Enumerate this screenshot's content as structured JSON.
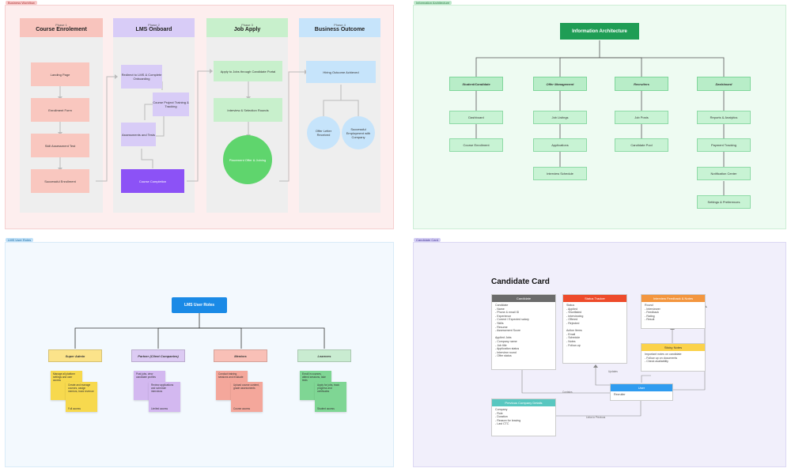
{
  "frames": {
    "tl": {
      "tag": "Business Workflow"
    },
    "tr": {
      "tag": "Information Architecture"
    },
    "bl": {
      "tag": "LMS User Roles"
    },
    "br": {
      "tag": "Candidate Card"
    }
  },
  "workflow": {
    "columns": [
      {
        "phase": "Phase 1",
        "title": "Course Enrolement"
      },
      {
        "phase": "Phase 2",
        "title": "LMS Onboard"
      },
      {
        "phase": "Phase 3",
        "title": "Job Apply"
      },
      {
        "phase": "Phase 4",
        "title": "Business Outcome"
      }
    ],
    "col1_boxes": [
      "Landing Page",
      "Enrollment Form",
      "Skill Assessment Test",
      "Successful Enrollment"
    ],
    "col2_boxes": [
      "Redirect to LMS & Complete Onboarding",
      "Course Project Training & Tracking",
      "Assessments and Tests",
      "Course Completion"
    ],
    "col3_boxes": [
      "Apply to Jobs through Candidate Portal",
      "Interview & Selection Rounds"
    ],
    "col3_circle": "Placement Offer & Joining",
    "col4_box": "Hiring Outcome Achieved",
    "col4_circles": [
      "Offer Letter Received",
      "Successful Employment with Company"
    ]
  },
  "ia": {
    "title": "Information Architecture",
    "columns": [
      {
        "head": "Student/Candidate",
        "items": [
          "Dashboard",
          "Course Enrollment"
        ]
      },
      {
        "head": "Offer Management",
        "items": [
          "Job Listings",
          "Applications",
          "Interview Schedule"
        ]
      },
      {
        "head": "Recruiters",
        "items": [
          "Job Posts",
          "Candidate Pool"
        ]
      },
      {
        "head": "Dashboard",
        "items": [
          "Reports & Analytics",
          "Payment Tracking",
          "Notification Center",
          "Settings & Preferences"
        ]
      }
    ]
  },
  "roles": {
    "title": "LMS User Roles",
    "columns": [
      {
        "head": "Super Admin",
        "note1": "Manage all platform settings and user access",
        "note2": "Create and manage courses, assign mentors, track revenue",
        "note3": "Full access"
      },
      {
        "head": "Partner (Client Companies)",
        "note1": "Post jobs, view candidate profiles",
        "note2": "Review applications and schedule interviews",
        "note3": "Limited access"
      },
      {
        "head": "Mentors",
        "note1": "Conduct training sessions and evaluate",
        "note2": "Upload course content, grade assessments",
        "note3": "Course access"
      },
      {
        "head": "Learners",
        "note1": "Enroll in courses, attend sessions, take tests",
        "note2": "Apply for jobs, track progress and certificates",
        "note3": "Student access"
      }
    ]
  },
  "card": {
    "title": "Candidate Card",
    "tables": {
      "candidate": {
        "name": "Candidate",
        "rows": [
          "Candidate",
          "- Name",
          "- Phone & email ID",
          "- Experience",
          "- Current / Expected salary",
          "- Skills",
          "- Resume",
          "- Assessment Score",
          "",
          "Applied Jobs",
          "- Company name",
          "- Job title",
          "- Application status",
          "- Interview round",
          "- Offer status"
        ]
      },
      "status": {
        "name": "Status Tracker",
        "rows": [
          "Status",
          "- Applied",
          "- Shortlisted",
          "- Interviewing",
          "- Offered",
          "- Rejected",
          "",
          "Action Items",
          "- Email",
          "- Schedule",
          "- Notes",
          "- Follow-up"
        ]
      },
      "notes": {
        "name": "Interview Feedback & Notes",
        "rows": [
          "Round",
          "- Interviewer",
          "- Feedback",
          "- Rating",
          "- Result"
        ]
      },
      "sticky": {
        "name": "Sticky Notes",
        "rows": [
          "Important notes on candidate",
          "- Follow up on documents",
          "- Check availability"
        ]
      },
      "user": {
        "name": "User",
        "rows": [
          "Recruiter"
        ]
      },
      "history": {
        "name": "Previous Company Details",
        "rows": [
          "Company",
          "- Role",
          "- Duration",
          "- Reason for leaving",
          "- Last CTC"
        ]
      }
    },
    "labels": {
      "l1": "Contains",
      "l2": "Updates",
      "l3": "Links to Previous"
    }
  },
  "colors": {
    "workflow_bg": "#fdeeee",
    "ia_bg": "#eefbf2",
    "roles_bg": "#f3f9fe",
    "card_bg": "#f1effb"
  }
}
